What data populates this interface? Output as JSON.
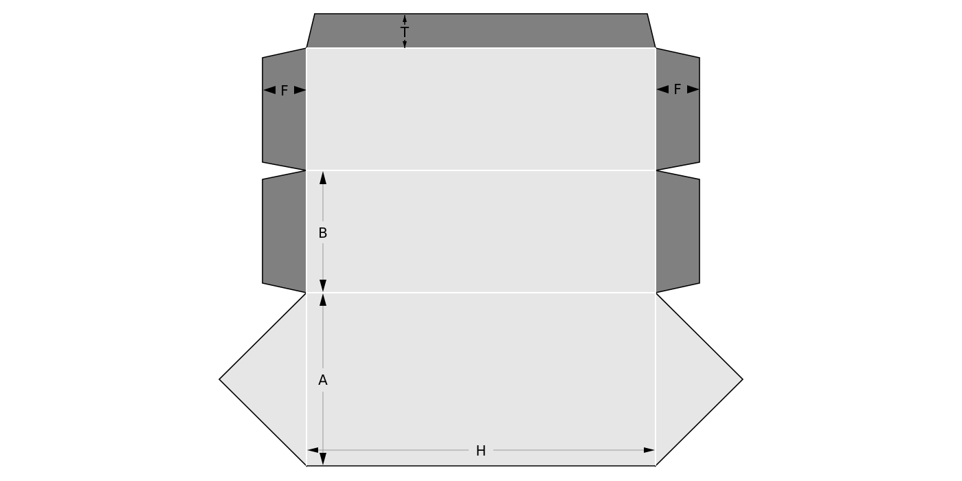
{
  "diagram": {
    "type": "box dieline (flat template)",
    "colors": {
      "background": "#ffffff",
      "panel_fill": "#e6e6e6",
      "flap_fill": "#808080",
      "cut_line": "#000000",
      "crease_line": "#ffffff",
      "dimension_line": "#9a9a9a",
      "arrow": "#000000"
    },
    "panels": [
      {
        "id": "top-panel",
        "role": "main panel"
      },
      {
        "id": "middle-panel",
        "role": "main panel"
      },
      {
        "id": "bottom-panel",
        "role": "main panel"
      }
    ],
    "flaps": [
      {
        "id": "tuck-flap",
        "role": "top tuck flap"
      },
      {
        "id": "left-upper-dust-flap",
        "role": "dust flap"
      },
      {
        "id": "left-lower-dust-flap",
        "role": "dust flap"
      },
      {
        "id": "right-upper-dust-flap",
        "role": "dust flap"
      },
      {
        "id": "right-lower-dust-flap",
        "role": "dust flap"
      },
      {
        "id": "left-side-wing",
        "role": "side wing"
      },
      {
        "id": "right-side-wing",
        "role": "side wing"
      }
    ],
    "dimensions": {
      "T": "T",
      "F_left": "F",
      "F_right": "F",
      "B": "B",
      "A": "A",
      "H": "H"
    }
  }
}
